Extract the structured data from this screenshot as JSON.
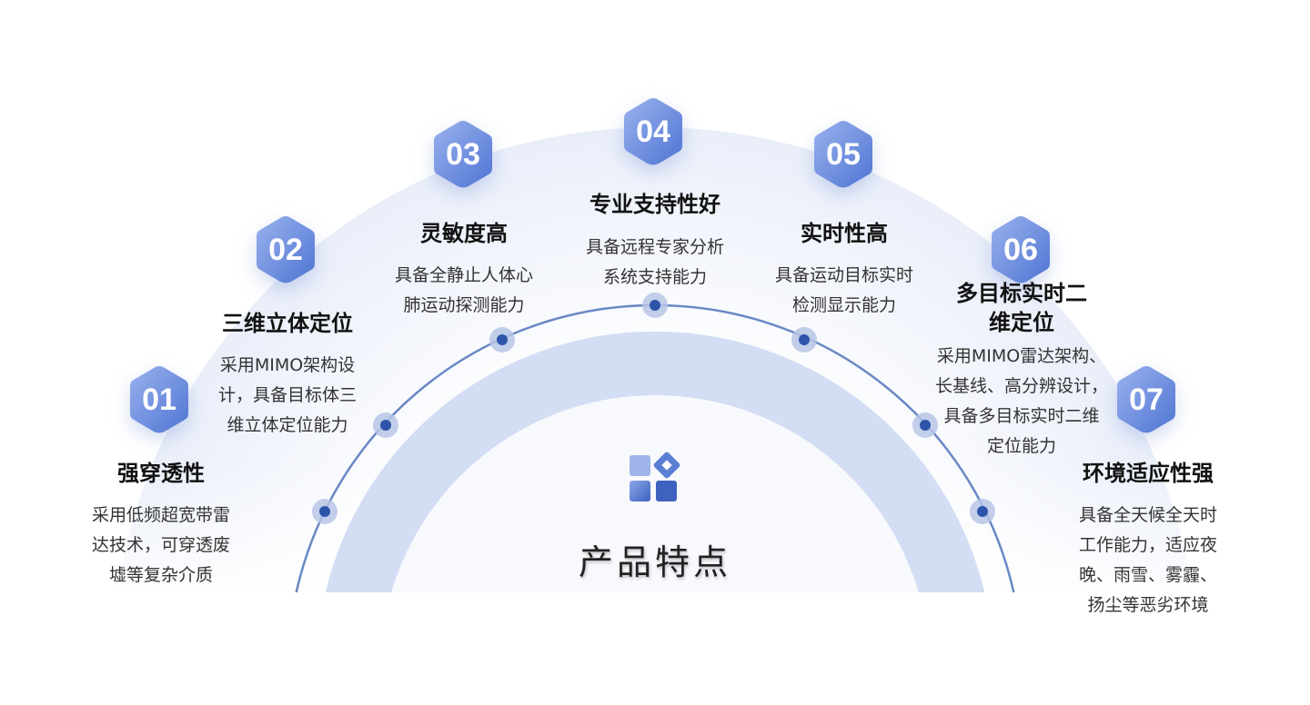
{
  "center": {
    "title": "产品特点",
    "icon": "grid-diamond-icon"
  },
  "colors": {
    "hex": "#5b7fd8",
    "hex_light": "#8aa6ea",
    "dot": "#2d54a8",
    "band": "#d2dcf2",
    "arc": "#5b7fc0"
  },
  "features": [
    {
      "num": "01",
      "title": [
        "强穿透性"
      ],
      "desc": [
        "采用低频超宽带雷",
        "达技术，可穿透废",
        "墟等复杂介质"
      ]
    },
    {
      "num": "02",
      "title": [
        "三维立体定位"
      ],
      "desc": [
        "采用MIMO架构设",
        "计，具备目标体三",
        "维立体定位能力"
      ]
    },
    {
      "num": "03",
      "title": [
        "灵敏度高"
      ],
      "desc": [
        "具备全静止人体心",
        "肺运动探测能力"
      ]
    },
    {
      "num": "04",
      "title": [
        "专业支持性好"
      ],
      "desc": [
        "具备远程专家分析",
        "系统支持能力"
      ]
    },
    {
      "num": "05",
      "title": [
        "实时性高"
      ],
      "desc": [
        "具备运动目标实时",
        "检测显示能力"
      ]
    },
    {
      "num": "06",
      "title": [
        "多目标实时二",
        "维定位"
      ],
      "desc": [
        "采用MIMO雷达架构、",
        "长基线、高分辨设计，",
        "具备多目标实时二维",
        "定位能力"
      ]
    },
    {
      "num": "07",
      "title": [
        "环境适应性强"
      ],
      "desc": [
        "具备全天候全天时",
        "工作能力，适应夜",
        "晚、雨雪、雾霾、",
        "扬尘等恶劣环境"
      ]
    }
  ]
}
